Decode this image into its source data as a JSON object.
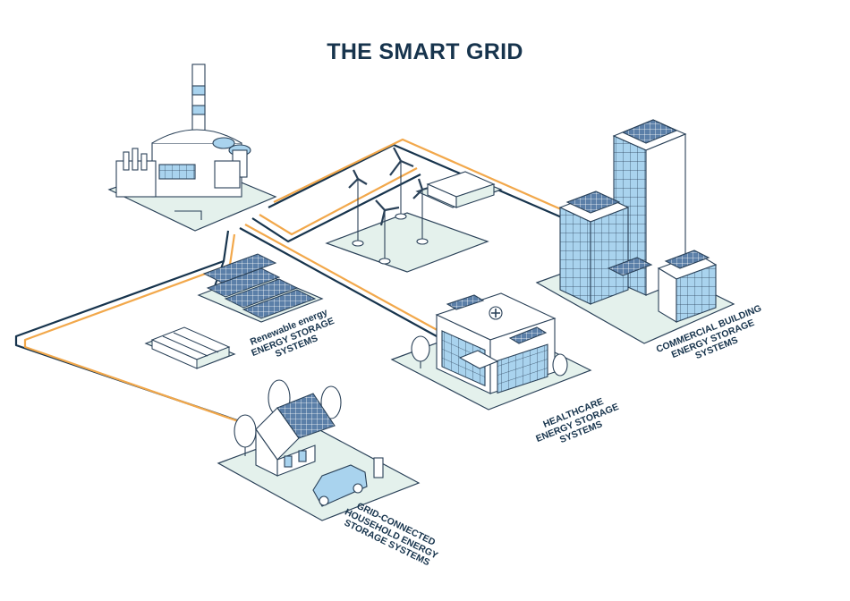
{
  "title": "THE SMART GRID",
  "labels": {
    "renewable": [
      "Renewable energy",
      "ENERGY STORAGE",
      "SYSTEMS"
    ],
    "household": [
      "GRID-CONNECTED",
      "HOUSEHOLD ENERGY",
      "STORAGE SYSTEMS"
    ],
    "healthcare": [
      "HEALTHCARE",
      "ENERGY STORAGE",
      "SYSTEMS"
    ],
    "commercial": [
      "COMMERCIAL BUILDING",
      "ENERGY STORAGE",
      "SYSTEMS"
    ]
  },
  "colors": {
    "navy": "#17344d",
    "orange": "#f2a84b",
    "glass": "#a9d3ee",
    "panel": "#5b7fa8",
    "platform": "#e4f1ec",
    "outline": "#2a4158"
  }
}
